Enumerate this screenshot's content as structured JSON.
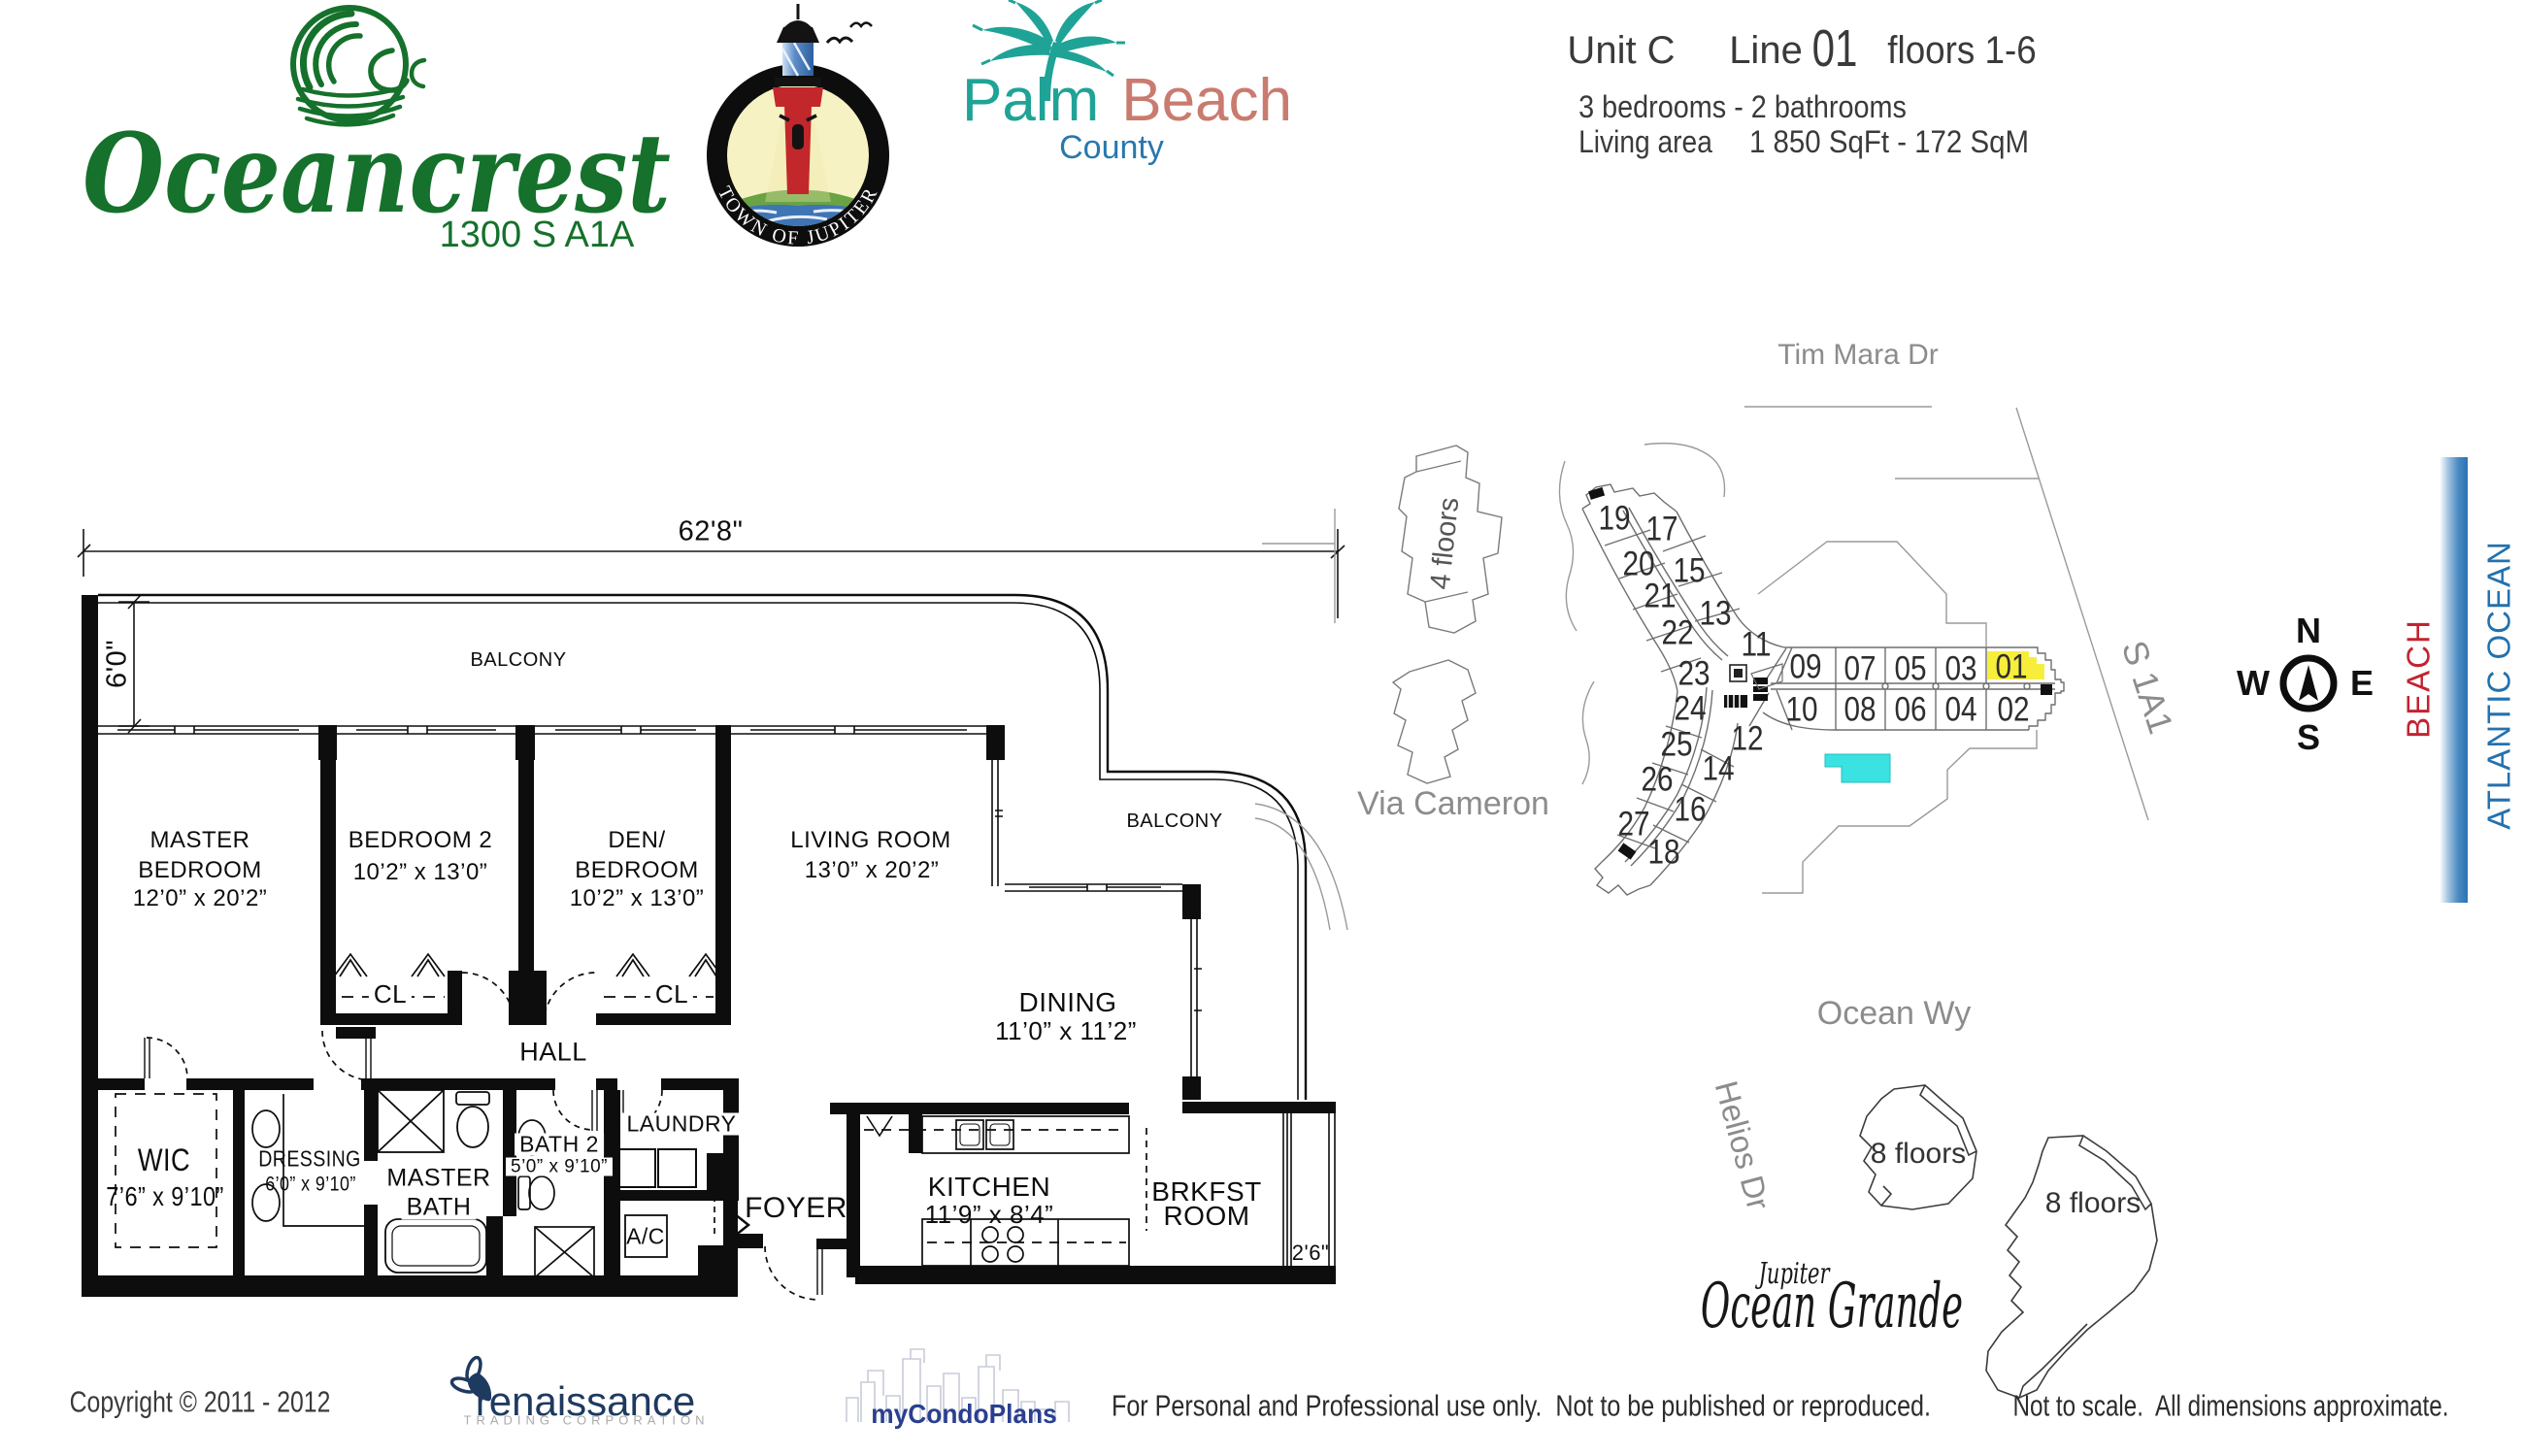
{
  "header": {
    "oceancrest": {
      "name": "Oceancrest",
      "address": "1300 S A1A",
      "brand_color": "#15712b"
    },
    "jupiter_seal": {
      "ring_text": "TOWN OF JUPITER"
    },
    "palm_beach": {
      "word_palm": "Palm",
      "word_beach": "Beach",
      "word_county": "County",
      "palm_color": "#1fa396",
      "beach_color": "#c97b6f",
      "county_color": "#2878ad"
    },
    "unit_info": {
      "unit": "Unit C",
      "line_label": "Line",
      "line_number": "01",
      "floors": "floors 1-6",
      "beds_baths": "3 bedrooms - 2 bathrooms",
      "living_area_label": "Living area",
      "living_area_value": "1 850 SqFt - 172 SqM"
    }
  },
  "floor_plan": {
    "dimensions": {
      "overall_width": "62'8\"",
      "balcony_depth": "6'0\"",
      "side_bay": "2'6\""
    },
    "balcony_top": "BALCONY",
    "balcony_right": "BALCONY",
    "master_bedroom": {
      "line1": "MASTER",
      "line2": "BEDROOM",
      "dims": "12’0” x 20’2”"
    },
    "bedroom2": {
      "line1": "BEDROOM 2",
      "dims": "10’2” x 13’0”"
    },
    "den": {
      "line1": "DEN/",
      "line2": "BEDROOM",
      "dims": "10’2” x 13’0”"
    },
    "living_room": {
      "line1": "LIVING ROOM",
      "dims": "13’0” x 20’2”"
    },
    "dining": {
      "line1": "DINING",
      "dims": "11’0” x 11’2”"
    },
    "hall": "HALL",
    "closet1": "CL",
    "closet2": "CL",
    "wic": {
      "line1": "WIC",
      "dims": "7’6” x 9’10”"
    },
    "dressing": {
      "line1": "DRESSING",
      "dims": "6’0” x 9’10”"
    },
    "master_bath": {
      "line1": "MASTER",
      "line2": "BATH"
    },
    "bath2": {
      "line1": "BATH 2",
      "dims": "5’0” x 9’10”"
    },
    "laundry": "LAUNDRY",
    "ac": "A/C",
    "foyer": "FOYER",
    "kitchen": {
      "line1": "KITCHEN",
      "dims": "11’9” x 8’4”"
    },
    "brkfst": {
      "line1": "BRKFST",
      "line2": "ROOM"
    }
  },
  "site_plan": {
    "streets": {
      "tim_mara": "Tim Mara Dr",
      "via_cameron": "Via Cameron",
      "ocean_wy": "Ocean Wy",
      "helios": "Helios Dr",
      "s1a1": "S 1A1"
    },
    "buildings": {
      "four_floors": "4 floors",
      "eight_floors_a": "8 floors",
      "eight_floors_b": "8 floors"
    },
    "compass": {
      "n": "N",
      "s": "S",
      "w": "W",
      "e": "E"
    },
    "beach_label": "BEACH",
    "ocean_label": "ATLANTIC OCEAN",
    "beach_color": "#c32330",
    "ocean_color": "#2471ad",
    "highlight_unit": "01",
    "highlight_color": "#f6ee3b",
    "pool_color": "#3ae2e2",
    "resort": {
      "line1": "Jupiter",
      "line2": "Ocean Grande"
    },
    "units": [
      "19",
      "17",
      "20",
      "15",
      "21",
      "13",
      "22",
      "11",
      "23",
      "09",
      "07",
      "05",
      "03",
      "01",
      "24",
      "10",
      "08",
      "06",
      "04",
      "02",
      "25",
      "12",
      "26",
      "14",
      "27",
      "16",
      "18"
    ]
  },
  "footer": {
    "copyright": "Copyright © 2011 - 2012",
    "renaissance": {
      "name": "renaissance",
      "subtitle": "TRADING CORPORATION"
    },
    "mycondoplans": "myCondoPlans",
    "usage": "For Personal and Professional use only.  Not to be published or reproduced.",
    "disclaimer": "Not to scale.  All dimensions approximate."
  }
}
